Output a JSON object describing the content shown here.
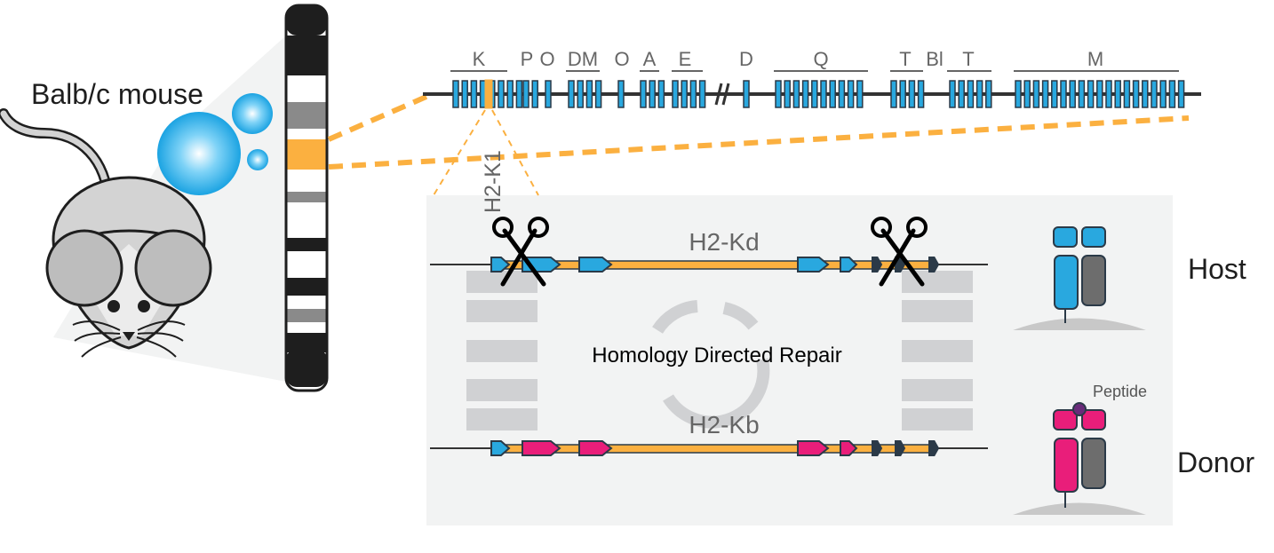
{
  "mouse_label": "Balb/c mouse",
  "chromosome_bands": [
    "dark",
    "white",
    "white",
    "gray",
    "white",
    "highlight",
    "white",
    "white",
    "gray",
    "white",
    "dark",
    "white",
    "dark",
    "white",
    "gray",
    "white",
    "dark"
  ],
  "locus_labels": [
    {
      "text": "K",
      "underline": true
    },
    {
      "text": "P",
      "underline": false
    },
    {
      "text": "O",
      "underline": false
    },
    {
      "text": "DM",
      "underline": true
    },
    {
      "text": "O",
      "underline": false
    },
    {
      "text": "A",
      "underline": true
    },
    {
      "text": "E",
      "underline": true
    },
    {
      "text": "D",
      "underline": false
    },
    {
      "text": "Q",
      "underline": true
    },
    {
      "text": "T",
      "underline": true
    },
    {
      "text": "Bl",
      "underline": false
    },
    {
      "text": "T",
      "underline": true
    },
    {
      "text": "M",
      "underline": true
    }
  ],
  "gene_name": "H2-K1",
  "host_allele": "H2-Kd",
  "donor_allele": "H2-Kb",
  "repair_label": "Homology Directed Repair",
  "host_label": "Host",
  "donor_label": "Donor",
  "peptide_label": "Peptide",
  "colors": {
    "host_exon": "#29a8df",
    "donor_exon": "#e91e7a",
    "gene_body": "#fbb040",
    "chromosome_dark": "#1e1e1e",
    "chromosome_gray": "#8a8a8a",
    "panel_bg": "#f2f3f3",
    "outline": "#2b3a48"
  }
}
